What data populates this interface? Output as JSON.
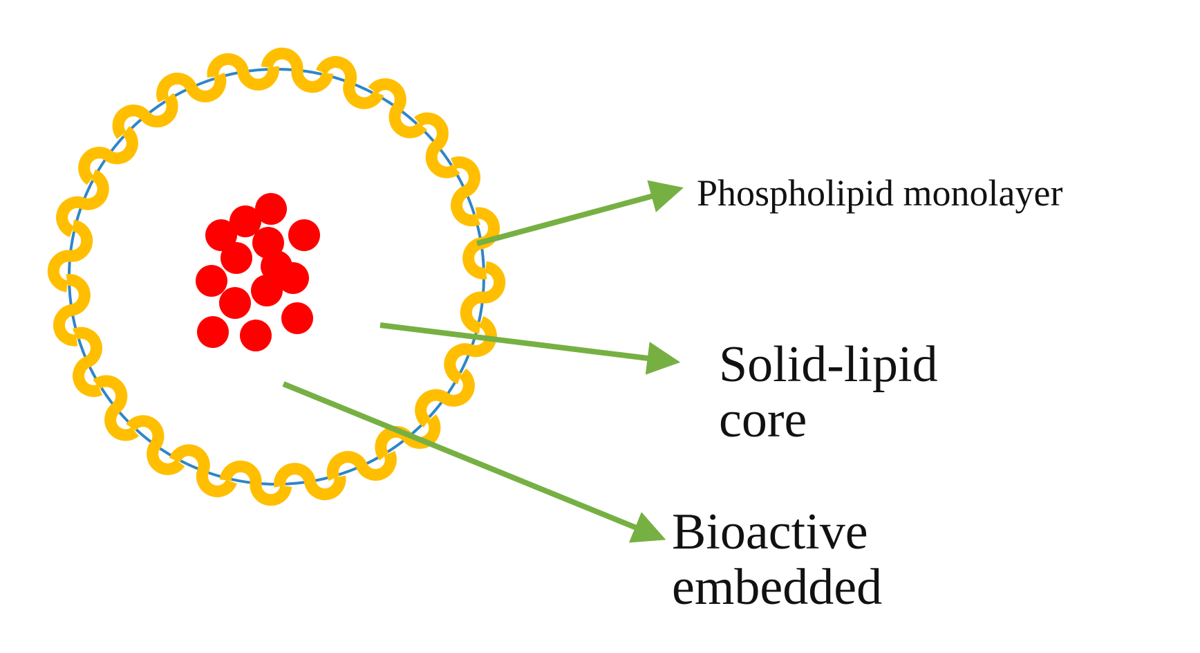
{
  "labels": {
    "phospholipid": "Phospholipid monolayer",
    "core_line1": "Solid-lipid",
    "core_line2": "core",
    "bioactive_line1": "Bioactive",
    "bioactive_line2": "embedded"
  },
  "colors": {
    "lipid_tail": "#FFBF00",
    "membrane": "#2E86C8",
    "bioactive": "#FF0000",
    "arrow": "#76B043",
    "text": "#111111"
  },
  "lipid_count": 24,
  "bioactive_count": 14
}
